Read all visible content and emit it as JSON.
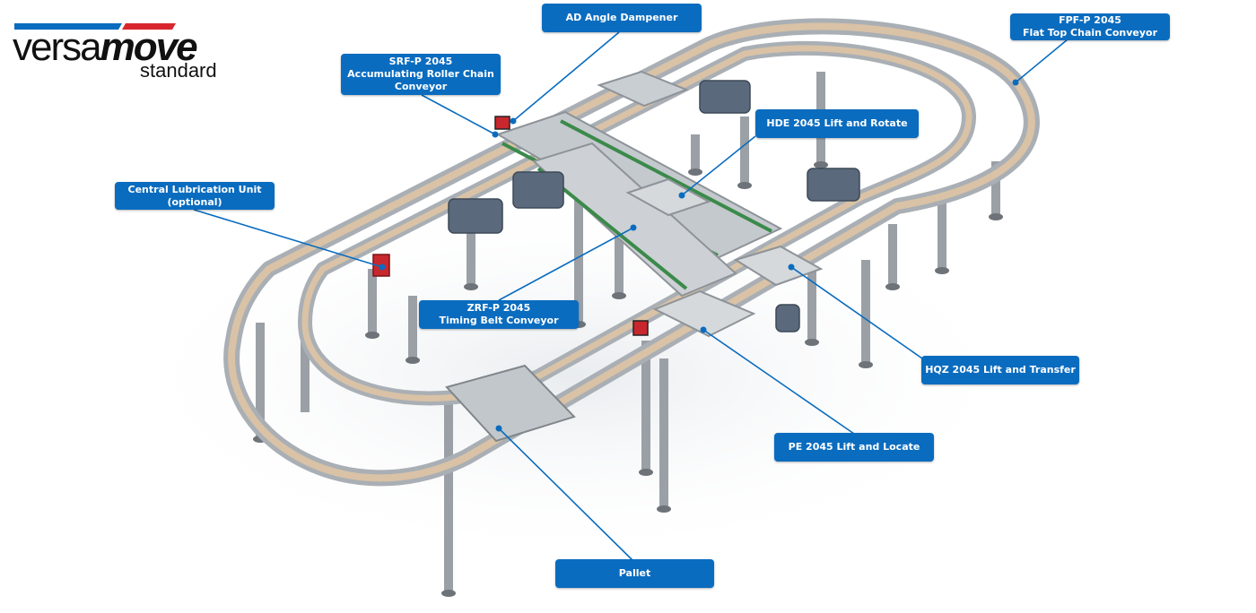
{
  "brand": {
    "name_regular": "versa",
    "name_bold": "move",
    "edition": "standard",
    "stripe_colors": [
      "#0a6cbf",
      "#d9262e"
    ]
  },
  "callouts": [
    {
      "id": "ad",
      "lines": [
        "AD Angle Dampener"
      ]
    },
    {
      "id": "fpf",
      "lines": [
        "FPF-P 2045",
        "Flat Top Chain Conveyor"
      ]
    },
    {
      "id": "srf",
      "lines": [
        "SRF-P 2045",
        "Accumulating Roller Chain",
        "Conveyor"
      ]
    },
    {
      "id": "hde",
      "lines": [
        "HDE 2045 Lift and Rotate"
      ]
    },
    {
      "id": "clu",
      "lines": [
        "Central Lubrication Unit",
        "(optional)"
      ]
    },
    {
      "id": "zrf",
      "lines": [
        "ZRF-P 2045",
        "Timing Belt Conveyor"
      ]
    },
    {
      "id": "hqz",
      "lines": [
        "HQZ 2045 Lift and Transfer"
      ]
    },
    {
      "id": "pe",
      "lines": [
        "PE 2045 Lift and Locate"
      ]
    },
    {
      "id": "pallet",
      "lines": [
        "Pallet"
      ]
    }
  ],
  "colors": {
    "callout_bg": "#0a6cbf",
    "callout_text": "#ffffff",
    "leader_line": "#0a6cbf",
    "frame": "#b8bdc2",
    "belt": "#d9c2a6",
    "motor": "#5a6a7c",
    "timing_belt": "#3b8a4a"
  }
}
